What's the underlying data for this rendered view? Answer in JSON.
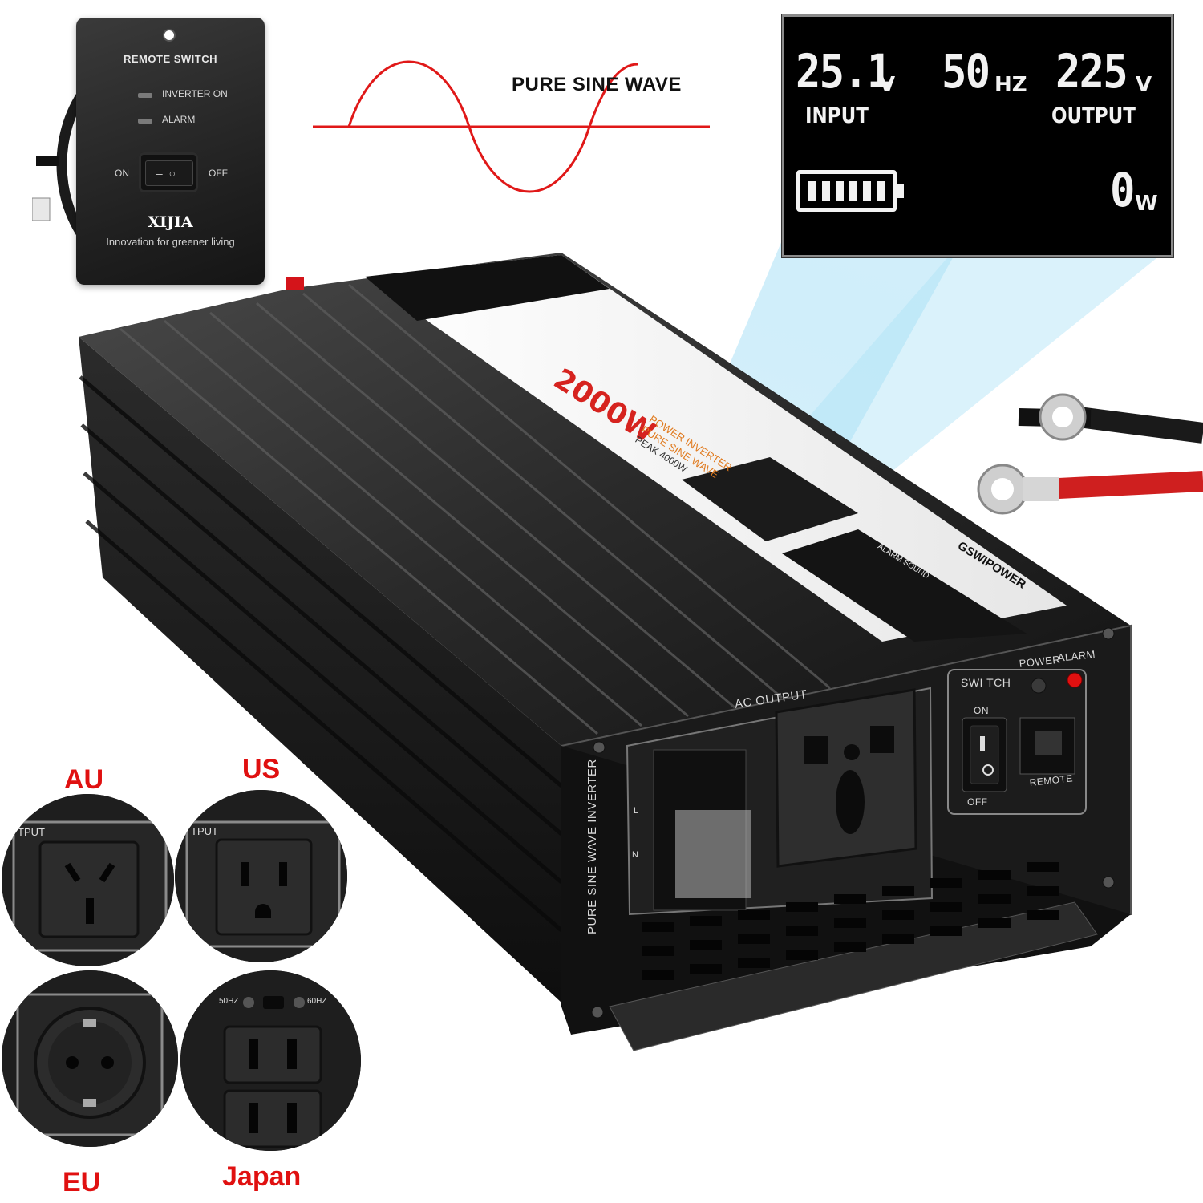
{
  "remote": {
    "title": "REMOTE SWITCH",
    "indicator_inverter_on": "INVERTER ON",
    "indicator_alarm": "ALARM",
    "on_label": "ON",
    "off_label": "OFF",
    "brand": "XIJIA",
    "slogan": "Innovation for greener living"
  },
  "wave_label": "PURE SINE WAVE",
  "display": {
    "input_value": "25.1",
    "input_unit": "V",
    "frequency_value": "50",
    "frequency_unit": "HZ",
    "output_value": "225",
    "output_unit": "V",
    "input_label": "INPUT",
    "output_label": "OUTPUT",
    "power_value": "0",
    "power_unit": "W",
    "battery_level": 1.0
  },
  "inverter": {
    "model": "2000W",
    "subtitle1": "POWER INVERTER",
    "subtitle2": "PURE SINE WAVE",
    "peak": "PEAK 4000W",
    "brand": "GSWIPOWER",
    "alarm_table_title": "ALARM SOUND",
    "ac_output_label": "AC OUTPUT",
    "switch_label": "SWI TCH",
    "on_label": "ON",
    "off_label": "OFF",
    "power_label": "POWER",
    "alarm_label": "ALARM",
    "remote_label": "REMOTE",
    "side_label": "PURE SINE WAVE INVERTER",
    "terminal_l": "L",
    "terminal_n": "N"
  },
  "outlets": {
    "au": "AU",
    "us": "US",
    "eu": "EU",
    "japan": "Japan",
    "output_snippet": "TPUT",
    "hz50": "50HZ",
    "hz60": "60HZ"
  },
  "colors": {
    "accent_red": "#e01010",
    "lcd_beam": "#7fd3f0"
  }
}
